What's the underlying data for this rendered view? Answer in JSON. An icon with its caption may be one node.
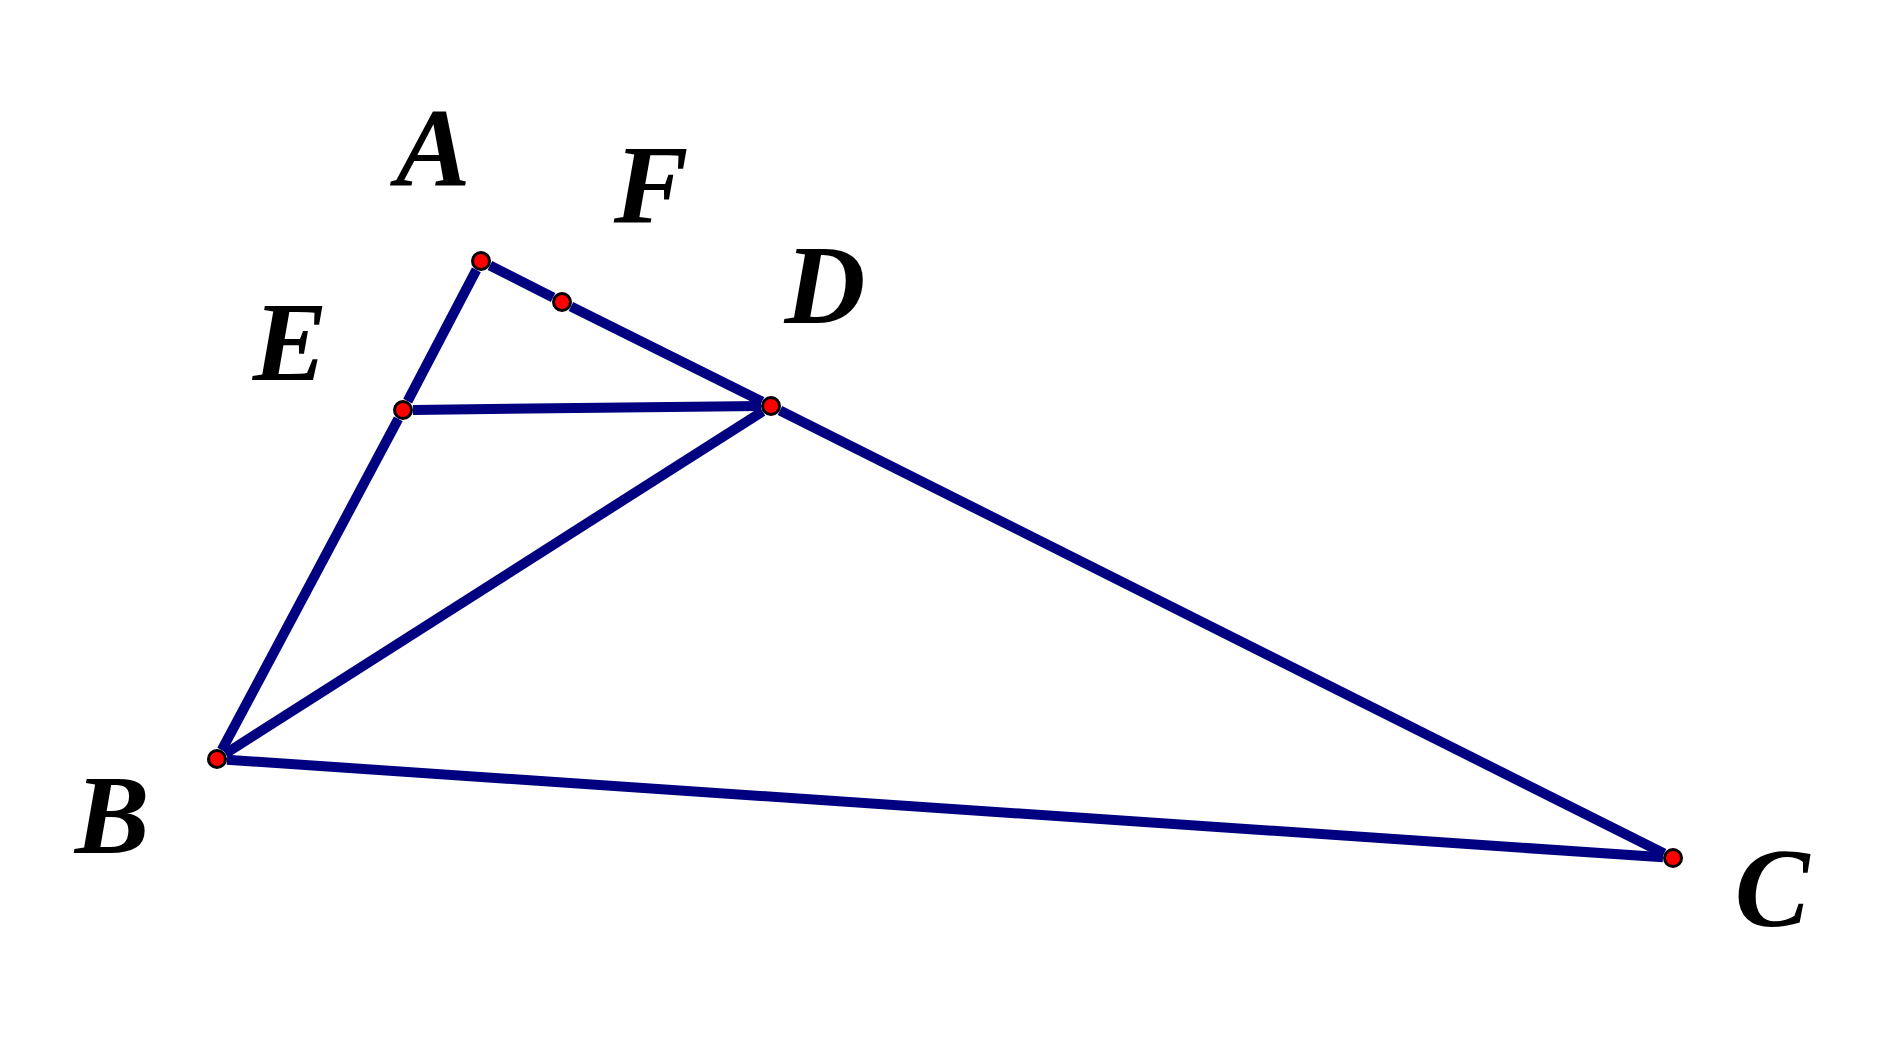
{
  "diagram": {
    "nodes": [
      {
        "text": [
          "A"
        ]
      },
      {
        "text": [
          "F"
        ]
      },
      {
        "text": [
          "D"
        ]
      },
      {
        "text": [
          "E"
        ]
      },
      {
        "text": [
          "B"
        ]
      },
      {
        "text": [
          "C"
        ]
      }
    ],
    "edges": [
      {
        "from": 0,
        "to": 3,
        "arrow": "none"
      },
      {
        "from": 3,
        "to": 4,
        "arrow": "none"
      },
      {
        "from": 0,
        "to": 1,
        "arrow": "none"
      },
      {
        "from": 1,
        "to": 2,
        "arrow": "none"
      },
      {
        "from": 2,
        "to": 5,
        "arrow": "none"
      },
      {
        "from": 3,
        "to": 2,
        "arrow": "none"
      },
      {
        "from": 4,
        "to": 2,
        "arrow": "none"
      },
      {
        "from": 4,
        "to": 5,
        "arrow": "none"
      }
    ]
  }
}
